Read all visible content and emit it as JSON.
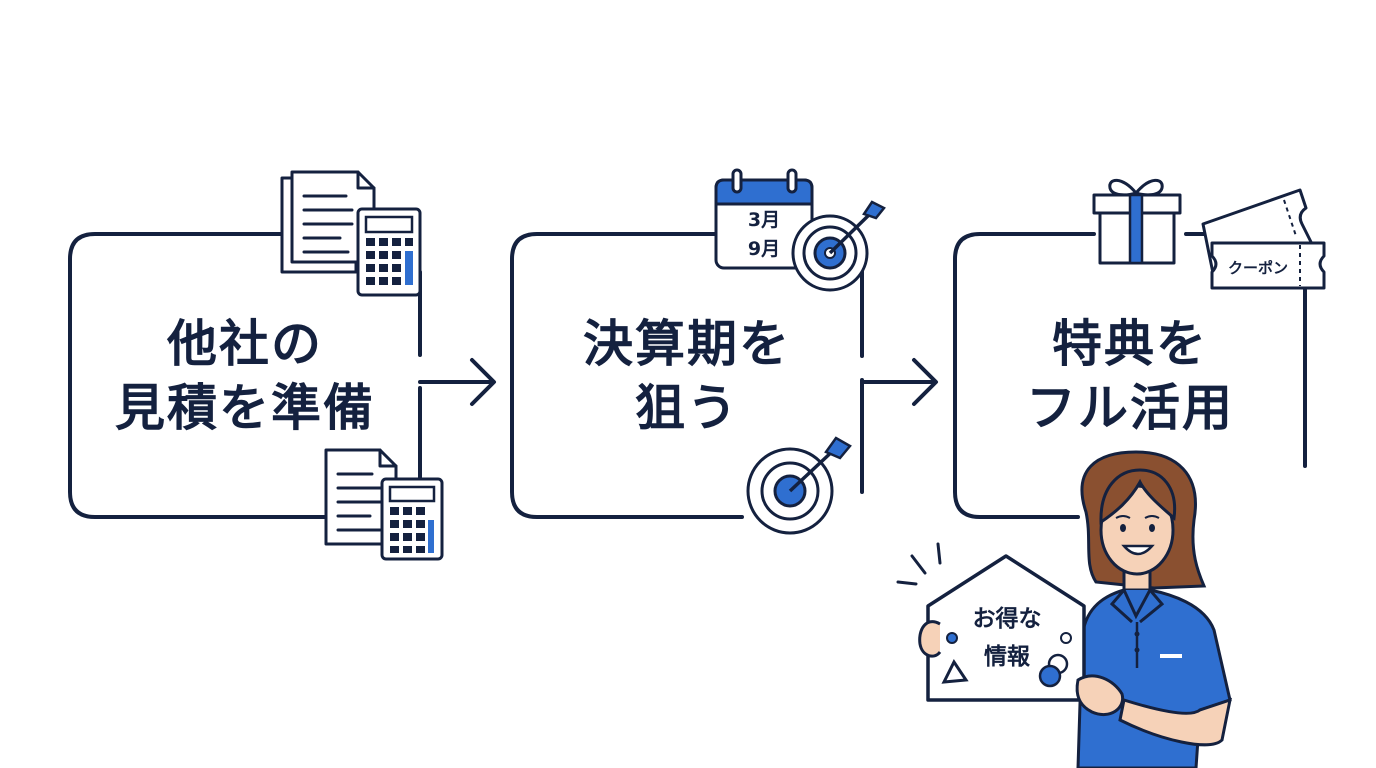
{
  "steps": [
    {
      "line1": "他社の",
      "line2": "見積を準備"
    },
    {
      "line1": "決算期を",
      "line2": "狙う"
    },
    {
      "line1": "特典を",
      "line2": "フル活用"
    }
  ],
  "calendar": {
    "month1": "3月",
    "month2": "9月"
  },
  "coupon": {
    "label": "クーポン"
  },
  "sign": {
    "line1": "お得な",
    "line2": "情報"
  },
  "colors": {
    "navy": "#14213f",
    "blue": "#2f6fd0",
    "skin": "#f6d2b8",
    "hair": "#8a5030"
  }
}
